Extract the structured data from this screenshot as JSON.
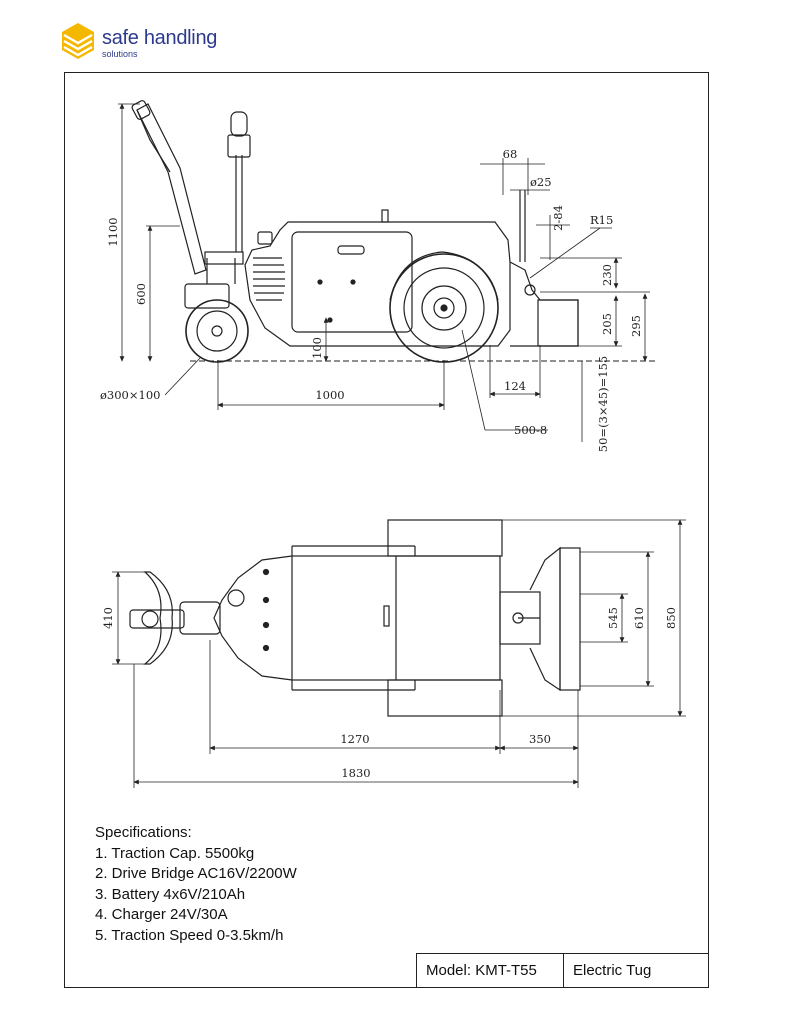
{
  "brand": {
    "name": "safe handling",
    "subtitle": "solutions",
    "colors": {
      "mark": "#f5b800",
      "text": "#2b3a8c"
    }
  },
  "side_view": {
    "dimensions": {
      "overall_height": "1100",
      "handle_height": "600",
      "ground_clearance": "100",
      "wheelbase": "1000",
      "front_wheel": "ø300×100",
      "rear_wheel": "500-8",
      "hitch_offset": "124",
      "hitch_width": "68",
      "pin_diameter": "ø25",
      "pin_spacing": "2-84",
      "radius": "R15",
      "hitch_top": "230",
      "hitch_bottom": "205",
      "hitch_total": "295",
      "hitch_adjust": "50=(3×45)=155"
    }
  },
  "top_view": {
    "dimensions": {
      "handle_width": "410",
      "body_length": "1270",
      "hitch_length": "350",
      "overall_length": "1830",
      "plate_inner": "545",
      "plate_width": "610",
      "overall_width": "850"
    }
  },
  "specifications": {
    "heading": "Specifications:",
    "items": [
      "1. Traction Cap. 5500kg",
      "2. Drive Bridge AC16V/2200W",
      "3. Battery 4x6V/210Ah",
      "4. Charger 24V/30A",
      "5. Traction Speed 0-3.5km/h"
    ]
  },
  "title_block": {
    "model": "Model: KMT-T55",
    "type": "Electric Tug"
  }
}
